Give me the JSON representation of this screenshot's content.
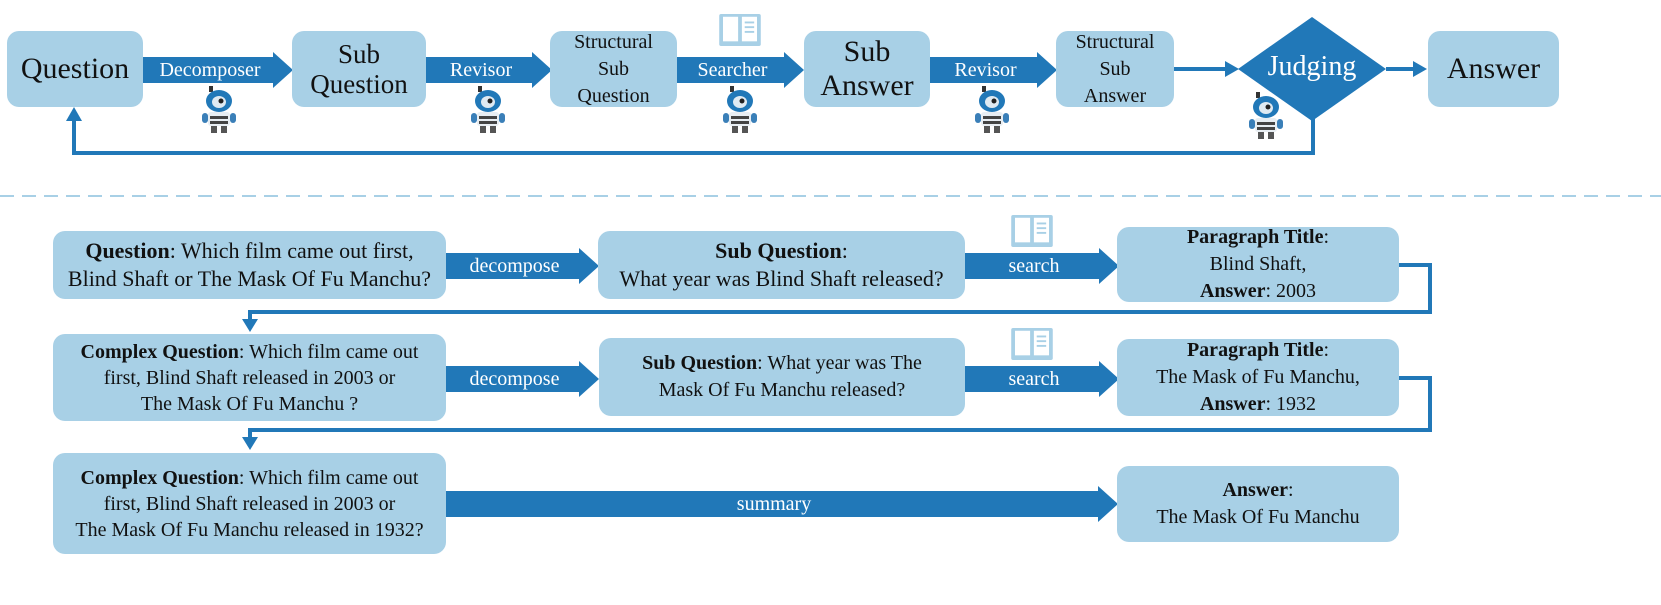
{
  "top_flow": {
    "question": "Question",
    "sub_question": [
      "Sub",
      "Question"
    ],
    "structural_sub_question": [
      "Structural",
      "Sub",
      "Question"
    ],
    "sub_answer": [
      "Sub",
      "Answer"
    ],
    "structural_sub_answer": [
      "Structural",
      "Sub",
      "Answer"
    ],
    "judging": "Judging",
    "answer": "Answer",
    "decomposer": "Decomposer",
    "revisor_1": "Revisor",
    "searcher": "Searcher",
    "revisor_2": "Revisor"
  },
  "example": {
    "row1": {
      "question_label": "Question",
      "question_text_1": ": Which film came out first,",
      "question_text_2": "Blind Shaft or The Mask Of Fu Manchu?",
      "decompose": "decompose",
      "subq_label": "Sub Question",
      "subq_colon": ":",
      "subq_text": "What year was Blind Shaft released?",
      "search": "search",
      "para_label": "Paragraph Title",
      "para_colon": ":",
      "para_text": "Blind Shaft,",
      "answer_label": "Answer",
      "answer_text": ": 2003"
    },
    "row2": {
      "cq_label": "Complex Question",
      "cq_text_1": ": Which film came out",
      "cq_text_2": "first, Blind Shaft released in 2003 or",
      "cq_text_3": "The Mask Of Fu Manchu ?",
      "decompose": "decompose",
      "subq_label": "Sub Question",
      "subq_text_1": ": What year was The",
      "subq_text_2": "Mask Of Fu Manchu released?",
      "search": "search",
      "para_label": "Paragraph Title",
      "para_colon": ":",
      "para_text": "The Mask of Fu Manchu,",
      "answer_label": "Answer",
      "answer_text": ": 1932"
    },
    "row3": {
      "cq_label": "Complex Question",
      "cq_text_1": ": Which film came out",
      "cq_text_2": "first, Blind Shaft released in 2003 or",
      "cq_text_3": "The Mask Of Fu Manchu released in 1932?",
      "summary": "summary",
      "answer_label": "Answer",
      "answer_colon": ":",
      "answer_text": "The Mask Of Fu Manchu"
    }
  },
  "colors": {
    "box_fill": "#a8d0e6",
    "arrow_fill": "#2178b8",
    "divider": "#a8d0e6"
  }
}
